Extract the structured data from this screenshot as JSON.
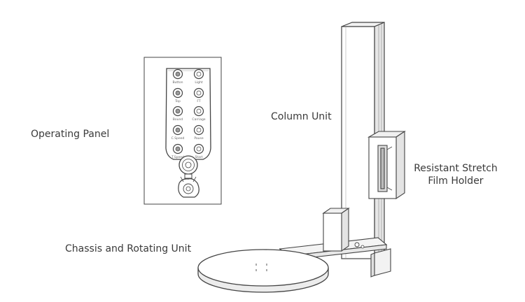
{
  "labels": {
    "operating_panel": "Operating Panel",
    "column_unit": "Column Unit",
    "film_holder_line1": "Resistant Stretch",
    "film_holder_line2": "Film Holder",
    "chassis": "Chassis and Rotating Unit"
  },
  "panel": {
    "button_labels": [
      "Button",
      "Light",
      "Top",
      "FT",
      "Bound",
      "Carriage",
      "C.Speed",
      "Pause",
      "T.Speed",
      "Start"
    ]
  },
  "colors": {
    "line": "#444444",
    "text": "#3a3a3a",
    "fill": "#ffffff",
    "shade": "#e6e6e6"
  }
}
